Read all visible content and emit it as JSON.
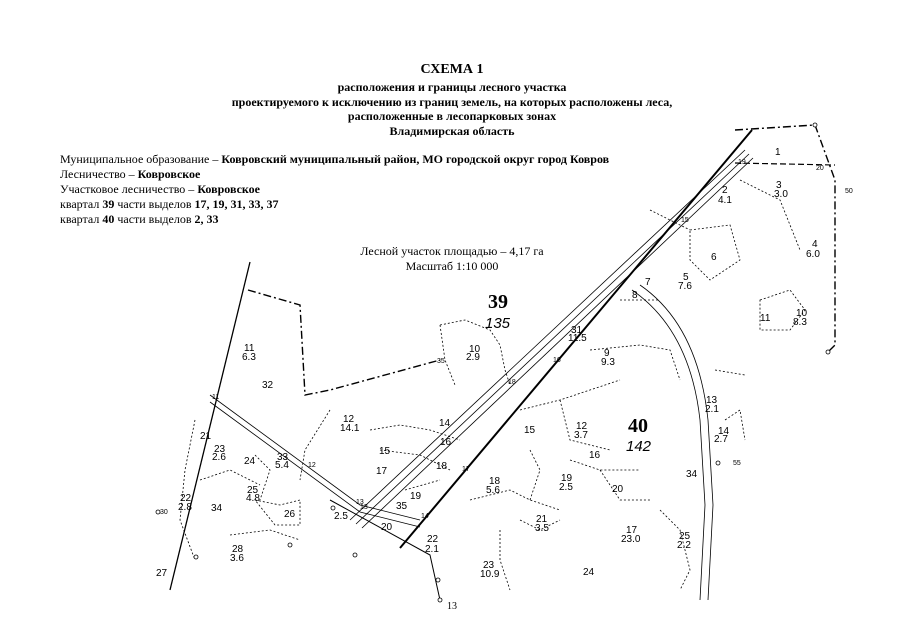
{
  "header": {
    "title": "СХЕМА 1",
    "line1": "расположения и границы лесного участка",
    "line2": "проектируемого к исключению из границ земель, на которых расположены леса,",
    "line3": "расположенные в лесопарковых зонах",
    "line4": "Владимирская область"
  },
  "info": {
    "municipal_label": "Муниципальное образование – ",
    "municipal_value": "Ковровский муниципальный район, МО городской округ город Ковров",
    "forestry_label": "Лесничество – ",
    "forestry_value": "Ковровское",
    "district_label": "Участковое лесничество – ",
    "district_value": "Ковровское",
    "q39_a": "квартал ",
    "q39_num": "39",
    "q39_b": " части выделов ",
    "q39_parts": "17, 19, 31, 33, 37",
    "q40_a": "квартал ",
    "q40_num": "40",
    "q40_b": " части выделов ",
    "q40_parts": "2, 33"
  },
  "area": {
    "line1": "Лесной участок площадью – 4,17 га",
    "line2": "Масштаб 1:10 000"
  },
  "map": {
    "quarters": [
      {
        "num": "39",
        "area": "135"
      },
      {
        "num": "40",
        "area": "142"
      }
    ],
    "plots": [
      "1",
      "2",
      "4.1",
      "3",
      "3.0",
      "6",
      "4",
      "6.0",
      "5",
      "7.6",
      "7",
      "8",
      "10",
      "8.3",
      "11",
      "9",
      "9.3",
      "13",
      "2.1",
      "14",
      "2.7",
      "34",
      "25",
      "2.2",
      "17",
      "23.0",
      "20",
      "19",
      "2.5",
      "18",
      "5.6",
      "21",
      "3.5",
      "24",
      "23",
      "10.9",
      "22",
      "2.1",
      "15",
      "12",
      "3.7",
      "16",
      "31",
      "11.5",
      "10",
      "2.9",
      "11",
      "6.3",
      "32",
      "12",
      "14.1",
      "14",
      "16",
      "15",
      "17",
      "18",
      "19",
      "35",
      "20",
      "33",
      "5.4",
      "23",
      "2.6",
      "24",
      "25",
      "4.8",
      "26",
      "21",
      "22",
      "2.8",
      "34",
      "28",
      "3.6",
      "27",
      "2.5"
    ],
    "points": [
      "19",
      "20",
      "50",
      "15",
      "16",
      "17",
      "18",
      "35",
      "55",
      "13",
      "11",
      "12",
      "13",
      "14",
      "30"
    ],
    "page_number": "13"
  }
}
